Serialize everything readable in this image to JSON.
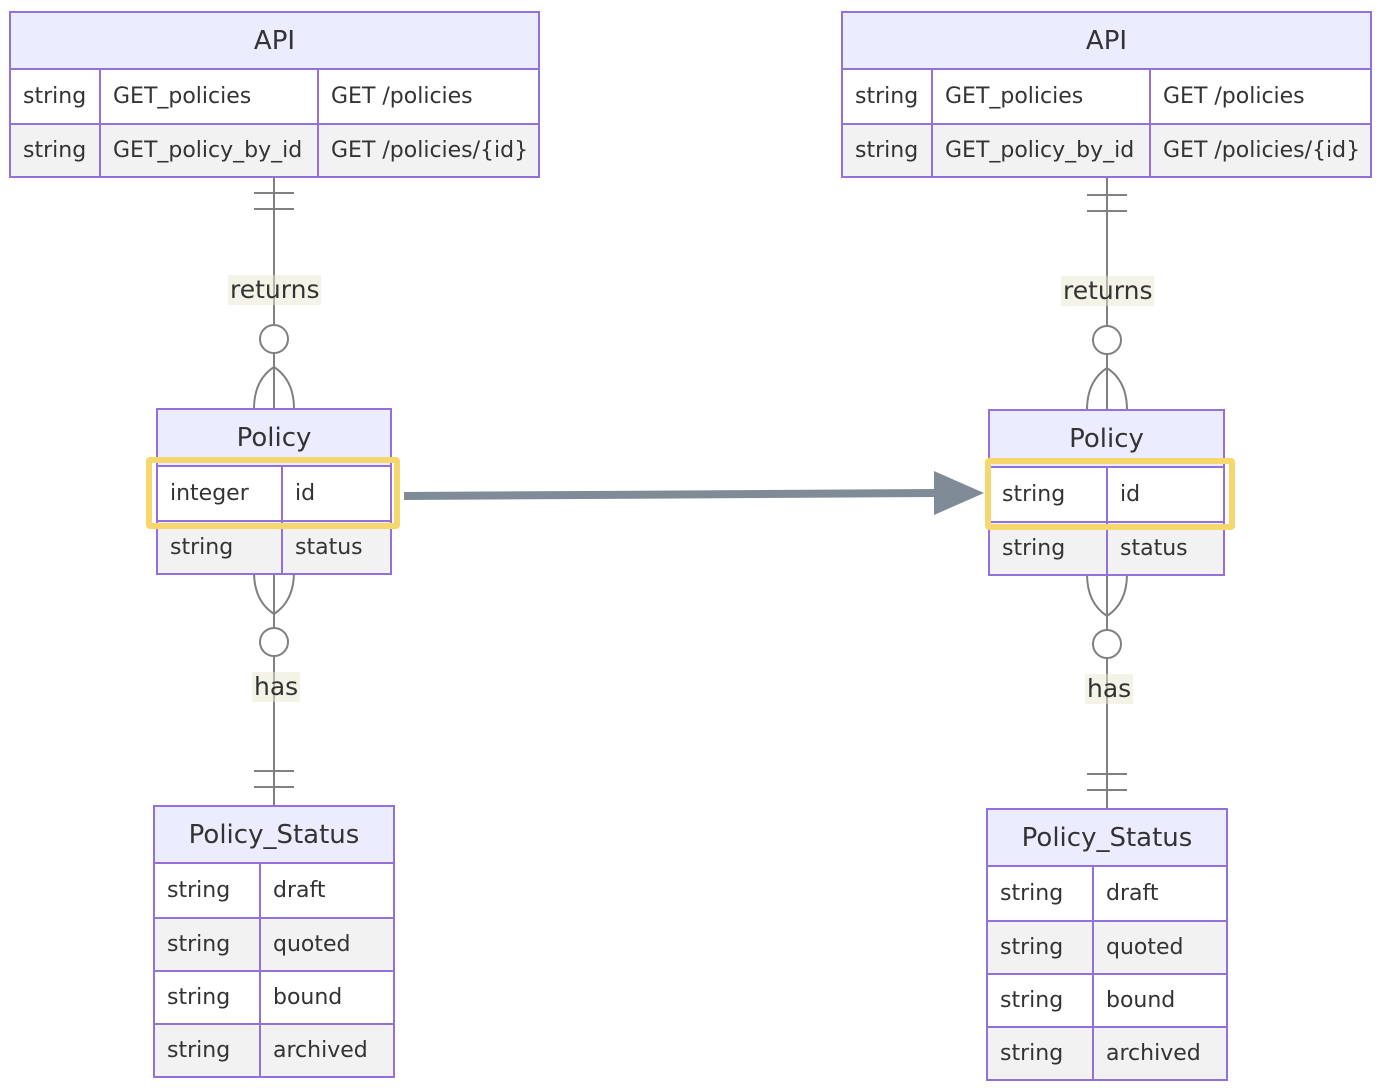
{
  "diagrams": [
    {
      "api": {
        "title": "API",
        "rows": [
          [
            "string",
            "GET_policies",
            "GET /policies"
          ],
          [
            "string",
            "GET_policy_by_id",
            "GET /policies/{id}"
          ]
        ]
      },
      "relation_returns": "returns",
      "policy": {
        "title": "Policy",
        "rows": [
          [
            "integer",
            "id"
          ],
          [
            "string",
            "status"
          ]
        ]
      },
      "relation_has": "has",
      "policy_status": {
        "title": "Policy_Status",
        "rows": [
          [
            "string",
            "draft"
          ],
          [
            "string",
            "quoted"
          ],
          [
            "string",
            "bound"
          ],
          [
            "string",
            "archived"
          ]
        ]
      }
    },
    {
      "api": {
        "title": "API",
        "rows": [
          [
            "string",
            "GET_policies",
            "GET /policies"
          ],
          [
            "string",
            "GET_policy_by_id",
            "GET /policies/{id}"
          ]
        ]
      },
      "relation_returns": "returns",
      "policy": {
        "title": "Policy",
        "rows": [
          [
            "string",
            "id"
          ],
          [
            "string",
            "status"
          ]
        ]
      },
      "relation_has": "has",
      "policy_status": {
        "title": "Policy_Status",
        "rows": [
          [
            "string",
            "draft"
          ],
          [
            "string",
            "quoted"
          ],
          [
            "string",
            "bound"
          ],
          [
            "string",
            "archived"
          ]
        ]
      }
    }
  ],
  "colors": {
    "entity_border": "#9370db",
    "entity_header": "#ececff",
    "row_alt": "#f2f2f2",
    "connector": "#808080",
    "highlight": "#f5d76e",
    "change_arrow": "#7f8c98"
  }
}
